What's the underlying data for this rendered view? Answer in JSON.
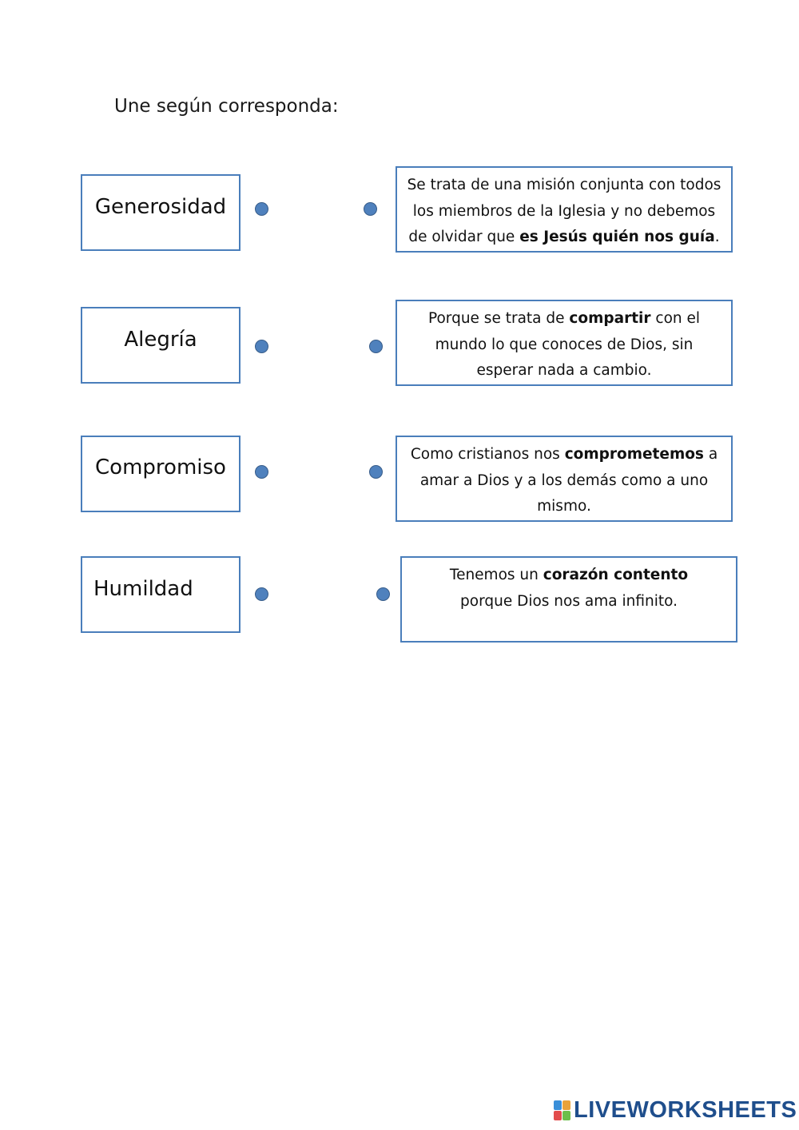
{
  "instruction": "Une según corresponda:",
  "terms": [
    {
      "label": "Generosidad"
    },
    {
      "label": "Alegría"
    },
    {
      "label": "Compromiso"
    },
    {
      "label": "Humildad"
    }
  ],
  "definitions": [
    {
      "parts": [
        "Se trata de una misión conjunta con todos los miembros de la Iglesia y no debemos de olvidar que ",
        "es Jesús quién nos guía",
        "."
      ]
    },
    {
      "parts": [
        "Porque se trata de ",
        "compartir",
        " con el mundo lo que conoces de Dios, sin esperar nada a cambio."
      ]
    },
    {
      "parts": [
        "Como cristianos nos ",
        "comprometemos",
        " a amar a Dios y a los demás como a uno mismo."
      ]
    },
    {
      "parts": [
        "Tenemos un ",
        "corazón contento",
        " porque Dios nos ama infinito."
      ]
    }
  ],
  "branding": {
    "name": "LIVEWORKSHEETS",
    "logo_letters": "LIVE",
    "logo_icon": "liveworksheets-logo-icon"
  },
  "colors": {
    "box_border": "#4a7ebb",
    "dot_fill": "#4f81bd",
    "brand_text": "#1f4e8c"
  }
}
